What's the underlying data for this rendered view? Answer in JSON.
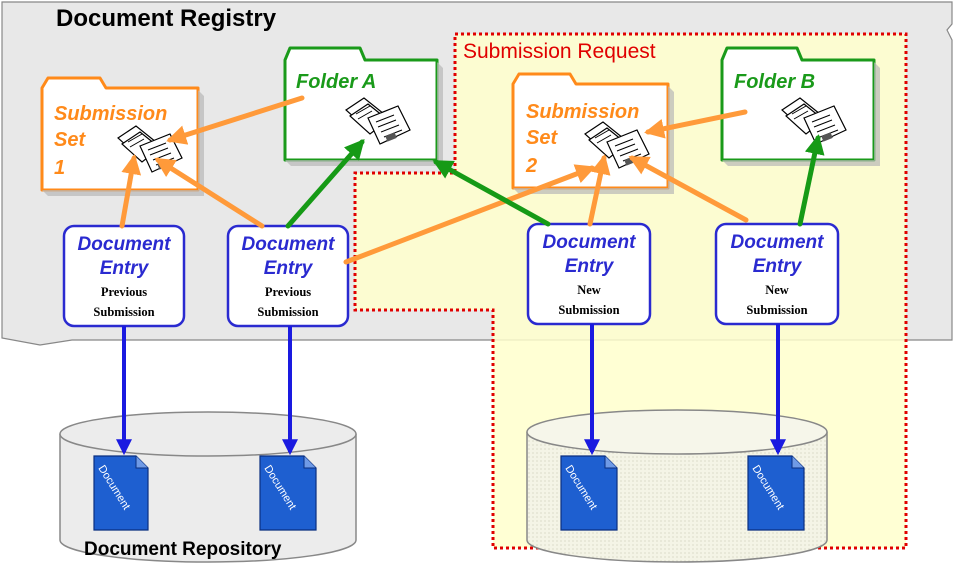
{
  "registry": {
    "title": "Document Registry"
  },
  "submission_request": {
    "label": "Submission Request"
  },
  "repository": {
    "title": "Document Repository"
  },
  "submission_sets": [
    {
      "line1": "Submission",
      "line2": "Set",
      "line3": "1"
    },
    {
      "line1": "Submission",
      "line2": "Set",
      "line3": "2"
    }
  ],
  "folders": [
    {
      "label": "Folder  A"
    },
    {
      "label": "Folder  B"
    }
  ],
  "entries": [
    {
      "line1": "Document",
      "line2": "Entry",
      "line3": "Previous",
      "line4": "Submission"
    },
    {
      "line1": "Document",
      "line2": "Entry",
      "line3": "Previous",
      "line4": "Submission"
    },
    {
      "line1": "Document",
      "line2": "Entry",
      "line3": "New",
      "line4": "Submission"
    },
    {
      "line1": "Document",
      "line2": "Entry",
      "line3": "New",
      "line4": "Submission"
    }
  ],
  "documents": [
    {
      "label": "Document"
    },
    {
      "label": "Document"
    },
    {
      "label": "Document"
    },
    {
      "label": "Document"
    }
  ],
  "colors": {
    "submission_set": "#ff8a1a",
    "folder": "#1a9a1a",
    "entry": "#2a2ad0",
    "request_border": "#e00000",
    "request_fill": "#ffffcc",
    "registry_fill": "#e8e8e8",
    "document_fill": "#1e5fd0"
  }
}
